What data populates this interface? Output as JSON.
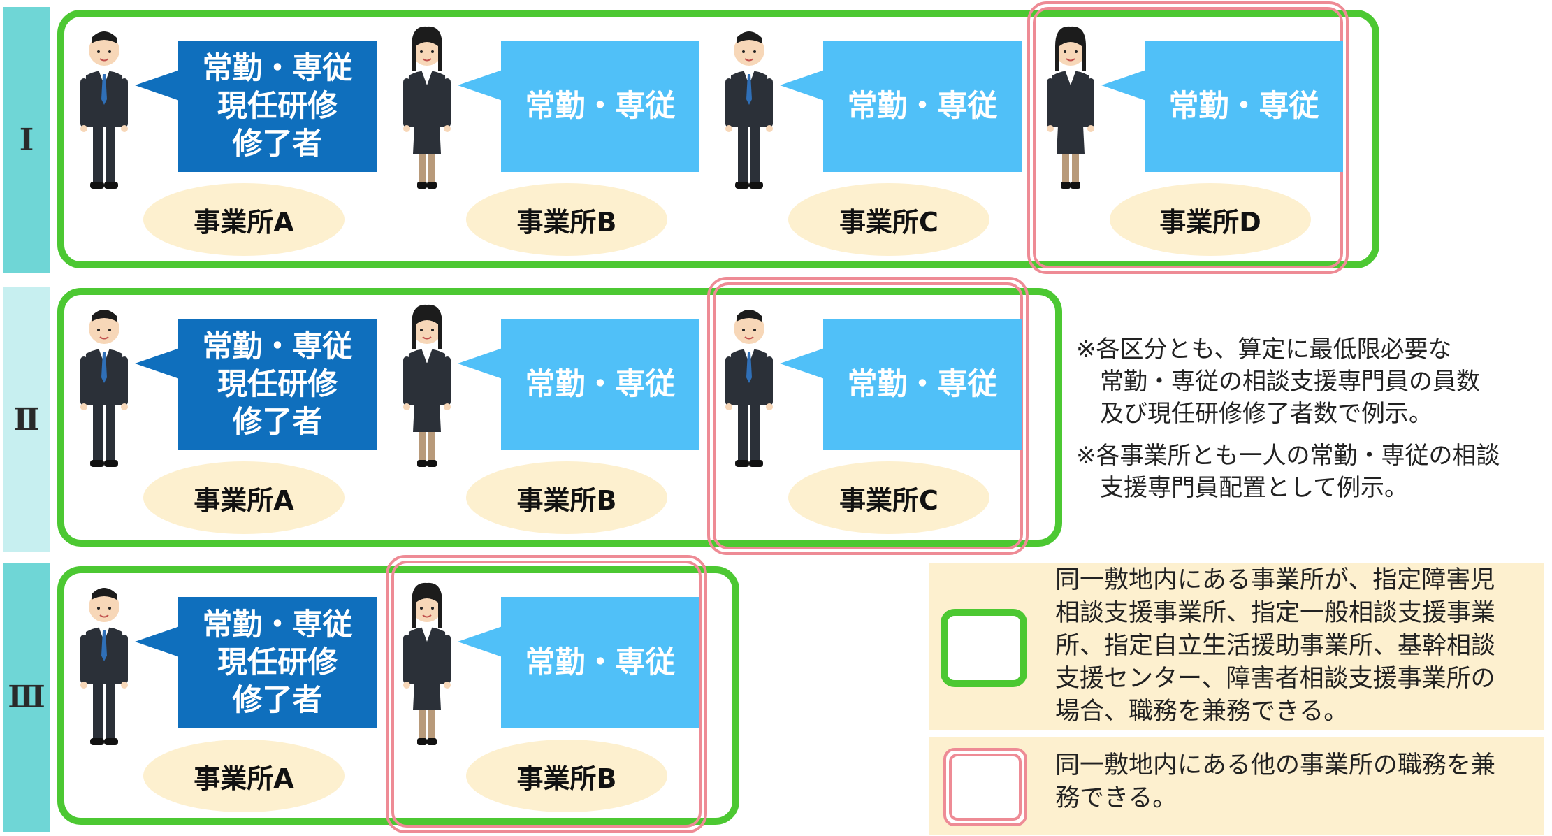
{
  "rows": [
    {
      "label": "Ⅰ",
      "offices": [
        {
          "name": "事業所A",
          "role": "常勤・専従\n現任研修\n修了者",
          "gender": "male"
        },
        {
          "name": "事業所B",
          "role": "常勤・専従",
          "gender": "female"
        },
        {
          "name": "事業所C",
          "role": "常勤・専従",
          "gender": "male"
        },
        {
          "name": "事業所D",
          "role": "常勤・専従",
          "gender": "female"
        }
      ]
    },
    {
      "label": "Ⅱ",
      "offices": [
        {
          "name": "事業所A",
          "role": "常勤・専従\n現任研修\n修了者",
          "gender": "male"
        },
        {
          "name": "事業所B",
          "role": "常勤・専従",
          "gender": "female"
        },
        {
          "name": "事業所C",
          "role": "常勤・専従",
          "gender": "male"
        }
      ]
    },
    {
      "label": "Ⅲ",
      "offices": [
        {
          "name": "事業所A",
          "role": "常勤・専従\n現任研修\n修了者",
          "gender": "male"
        },
        {
          "name": "事業所B",
          "role": "常勤・専従",
          "gender": "female"
        }
      ]
    }
  ],
  "notes": [
    "※各区分とも、算定に最低限必要な\n　常勤・専従の相談支援専門員の員数\n　及び現任研修修了者数で例示。",
    "※各事業所とも一人の常勤・専従の相談\n　支援専門員配置として例示。"
  ],
  "legend": [
    {
      "frame": "green",
      "text": "同一敷地内にある事業所が、指定障害児\n相談支援事業所、指定一般相談支援事業\n所、指定自立生活援助事業所、基幹相談\n支援センター、障害者相談支援事業所の\n場合、職務を兼務できる。"
    },
    {
      "frame": "pink",
      "text": "同一敷地内にある他の事業所の職務を兼\n務できる。"
    }
  ],
  "colors": {
    "band_a": "#6fd6d6",
    "band_b": "#c7eff0",
    "green": "#4cc832",
    "pink": "#ee8b95",
    "bubble_dark": "#0f6fbd",
    "bubble_light": "#50c0f8",
    "oval": "#fdf0cf"
  }
}
